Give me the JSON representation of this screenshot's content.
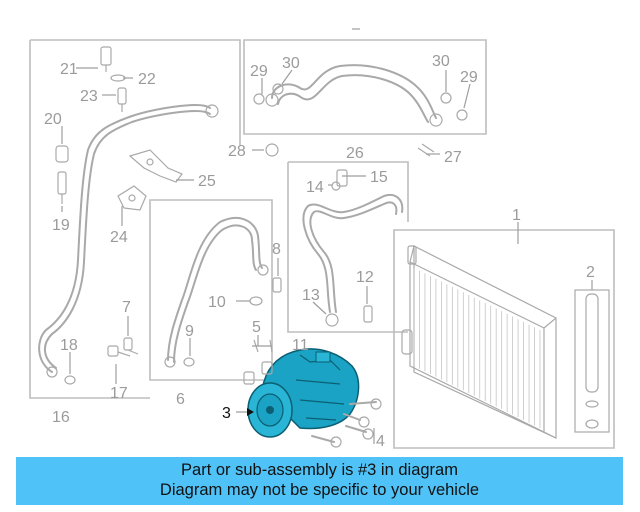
{
  "callouts": {
    "n1": "1",
    "n2": "2",
    "n3": "3",
    "n4": "4",
    "n5": "5",
    "n6": "6",
    "n7": "7",
    "n8": "8",
    "n9": "9",
    "n10": "10",
    "n11": "11",
    "n12": "12",
    "n13": "13",
    "n14": "14",
    "n15": "15",
    "n16": "16",
    "n17": "17",
    "n18": "18",
    "n19": "19",
    "n20": "20",
    "n21": "21",
    "n22": "22",
    "n23": "23",
    "n24": "24",
    "n25": "25",
    "n26": "26",
    "n27": "27",
    "n28": "28",
    "n29a": "29",
    "n29b": "29",
    "n30a": "30",
    "n30b": "30"
  },
  "highlight": {
    "color": "#1aa3c4",
    "callout_color": "#111111"
  },
  "banner": {
    "line1": "Part or sub-assembly is #3 in diagram",
    "line2": "Diagram may not be specific to your vehicle",
    "background": "#4fc3f7"
  }
}
